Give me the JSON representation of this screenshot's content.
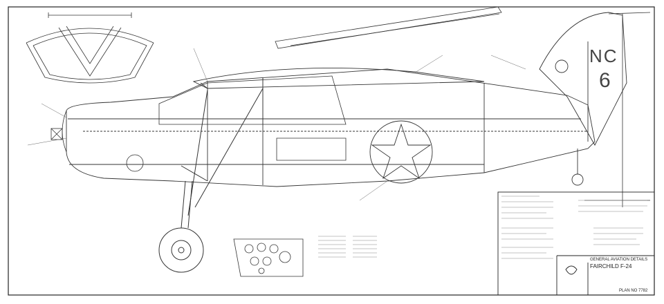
{
  "registration": {
    "prefix": "NC",
    "number": "6"
  },
  "title_block": {
    "line1": "GENERAL AVIATION DETAILS",
    "line2": "FAIRCHILD F-24",
    "plan_no": "PLAN NO 7782"
  },
  "colors": {
    "ink": "#333333",
    "paper": "#ffffff",
    "border": "#222222"
  }
}
